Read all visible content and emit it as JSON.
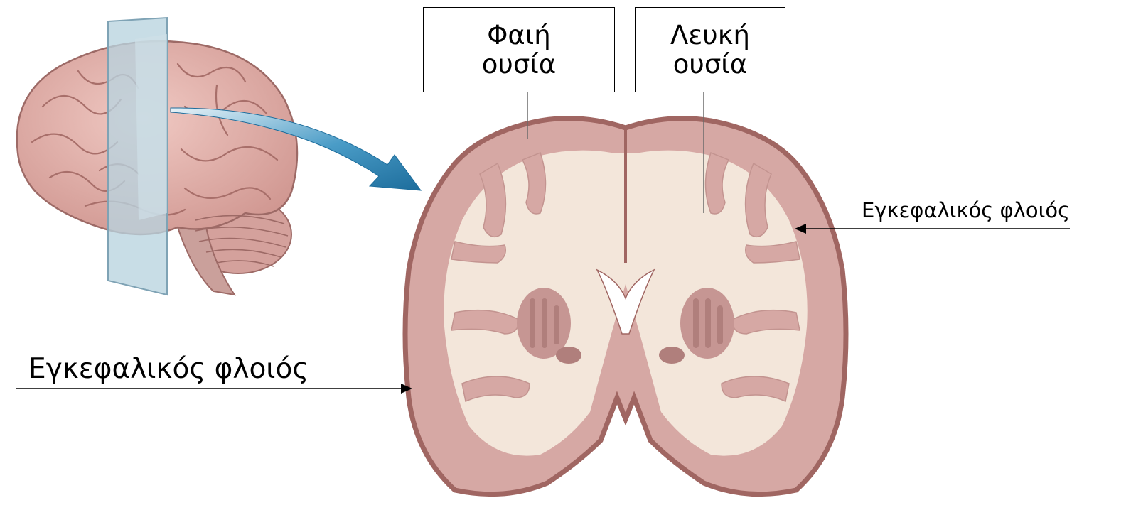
{
  "labels": {
    "grey_matter": [
      "Φαιή",
      "ουσία"
    ],
    "white_matter": [
      "Λευκή",
      "ουσία"
    ],
    "cortex_right": "Εγκεφαλικός φλοιός",
    "cortex_left": "Εγκεφαλικός φλοιός"
  },
  "colors": {
    "brain_pink": "#d9a9a5",
    "brain_dark": "#b77f7d",
    "white_matter": "#f3e6da",
    "plane": "#b9d4df",
    "arrow": "#2a84b4"
  }
}
